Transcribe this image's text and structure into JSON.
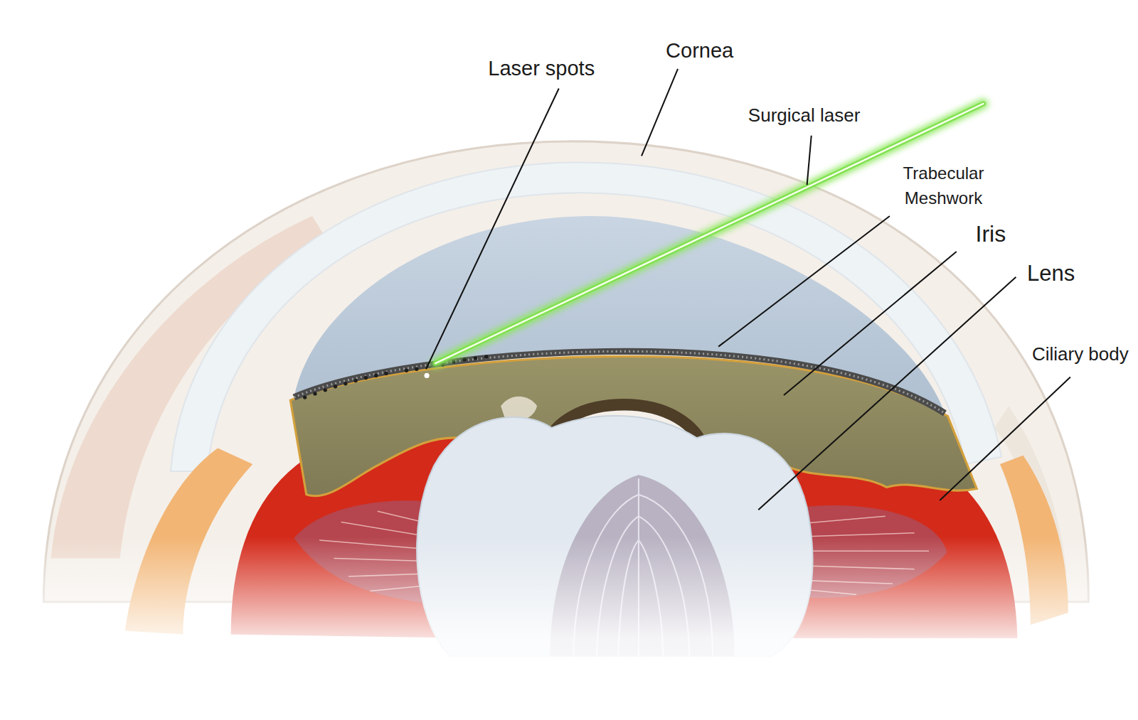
{
  "diagram": {
    "labels": [
      "Laser spots",
      "Cornea",
      "Surgical laser",
      "Trabecular Meshwork",
      "Iris",
      "Lens",
      "Ciliary body"
    ]
  }
}
